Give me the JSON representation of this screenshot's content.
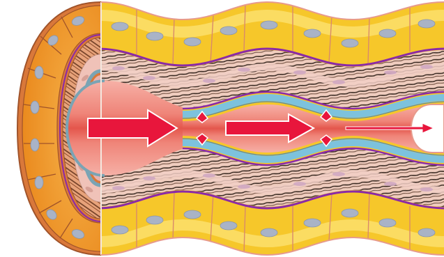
{
  "figure": {
    "subject": "peristalsis",
    "labels": [],
    "flow_arrows": [
      "large",
      "medium",
      "small"
    ],
    "colors": {
      "background": "#ffffff",
      "outer_cell_fill": "#f6c72a",
      "outer_cell_light": "#fde57a",
      "outer_cell_outline": "#d98a6a",
      "nucleus": "#a9b3c6",
      "cap_cell_fill": "#f09a2a",
      "cap_outline": "#a0532a",
      "connective_pink": "#f2cfc6",
      "muscle_stripe": "#3a2a22",
      "purple_membrane": "#8a2aa8",
      "blue_membrane": "#7dc2dd",
      "lumen_pink": "#f0908a",
      "lumen_red": "#d82a26",
      "arrow_red": "#e8163c"
    }
  }
}
